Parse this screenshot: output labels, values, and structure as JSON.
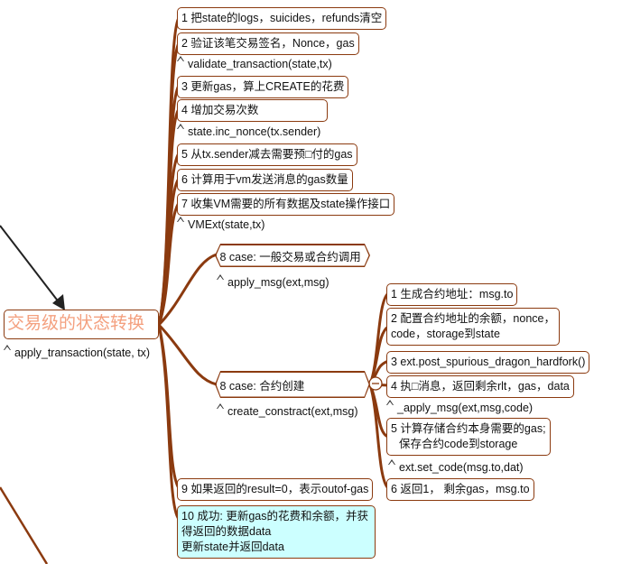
{
  "root": {
    "title": "交易级的状态转换",
    "note": "apply_transaction(state, tx)"
  },
  "steps": [
    {
      "label": "1 把state的logs，suicides，refunds清空"
    },
    {
      "label": "2 验证该笔交易签名，Nonce，gas",
      "note": "validate_transaction(state,tx)"
    },
    {
      "label": "3 更新gas，算上CREATE的花费"
    },
    {
      "label": "4 增加交易次数",
      "note": "state.inc_nonce(tx.sender)"
    },
    {
      "label": "5 从tx.sender减去需要预□付的gas"
    },
    {
      "label": "6 计算用于vm发送消息的gas数量"
    },
    {
      "label": "7 收集VM需要的所有数据及state操作接口",
      "note": "VMExt(state,tx)"
    },
    {
      "label": "8 case: 一般交易或合约调用",
      "note": "apply_msg(ext,msg)"
    },
    {
      "label": "8 case: 合约创建",
      "note": "create_constract(ext,msg)"
    },
    {
      "label": "9 如果返回的result=0，表示outof-gas"
    },
    {
      "label": "10 成功: 更新gas的花费和余额，并获得返回的数据data",
      "label2": "更新state并返回data"
    }
  ],
  "create_steps": [
    {
      "label": "1 生成合约地址：msg.to"
    },
    {
      "label": "2 配置合约地址的余额，nonce，",
      "label2": "code，storage到state"
    },
    {
      "label": "3 ext.post_spurious_dragon_hardfork()"
    },
    {
      "label": "4 执□消息，返回剩余rlt，gas，data",
      "note": "_apply_msg(ext,msg,code)"
    },
    {
      "label": "5 计算存储合约本身需要的gas;",
      "label2": "保存合约code到storage",
      "note": "ext.set_code(msg.to,dat)"
    },
    {
      "label": "6 返回1， 剩余gas，msg.to"
    }
  ],
  "colors": {
    "branch": "#8b3a0f",
    "root_text": "#f4a07f",
    "highlight": "#ccffff"
  }
}
